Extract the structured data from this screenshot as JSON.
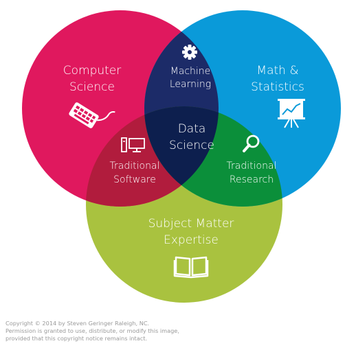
{
  "colors": {
    "computer_science": "#e0185e",
    "math_statistics": "#0a9ad9",
    "subject_matter": "#a9c23f",
    "cs_math_overlap": "#1c2b68",
    "cs_subject_overlap": "#b11c3d",
    "math_subject_overlap": "#0b8f3a",
    "center": "#0d1f4e"
  },
  "circles": {
    "computer_science": {
      "line1": "Computer",
      "line2": "Science",
      "icon": "keyboard-icon"
    },
    "math_statistics": {
      "line1": "Math &",
      "line2": "Statistics",
      "icon": "presentation-chart-icon"
    },
    "subject_matter": {
      "line1": "Subject Matter",
      "line2": "Expertise",
      "icon": "open-book-icon"
    }
  },
  "overlaps": {
    "machine_learning": {
      "line1": "Machine",
      "line2": "Learning",
      "icon": "gear-icon"
    },
    "traditional_software": {
      "line1": "Traditional",
      "line2": "Software",
      "icon": "computer-icon"
    },
    "traditional_research": {
      "line1": "Traditional",
      "line2": "Research",
      "icon": "magnifier-icon"
    },
    "data_science": {
      "line1": "Data",
      "line2": "Science"
    }
  },
  "copyright": {
    "line1": "Copyright © 2014 by Steven Geringer Raleigh, NC.",
    "line2": "Permission is granted to use, distribute, or modify this image,",
    "line3": "provided that this copyright notice remains intact."
  }
}
